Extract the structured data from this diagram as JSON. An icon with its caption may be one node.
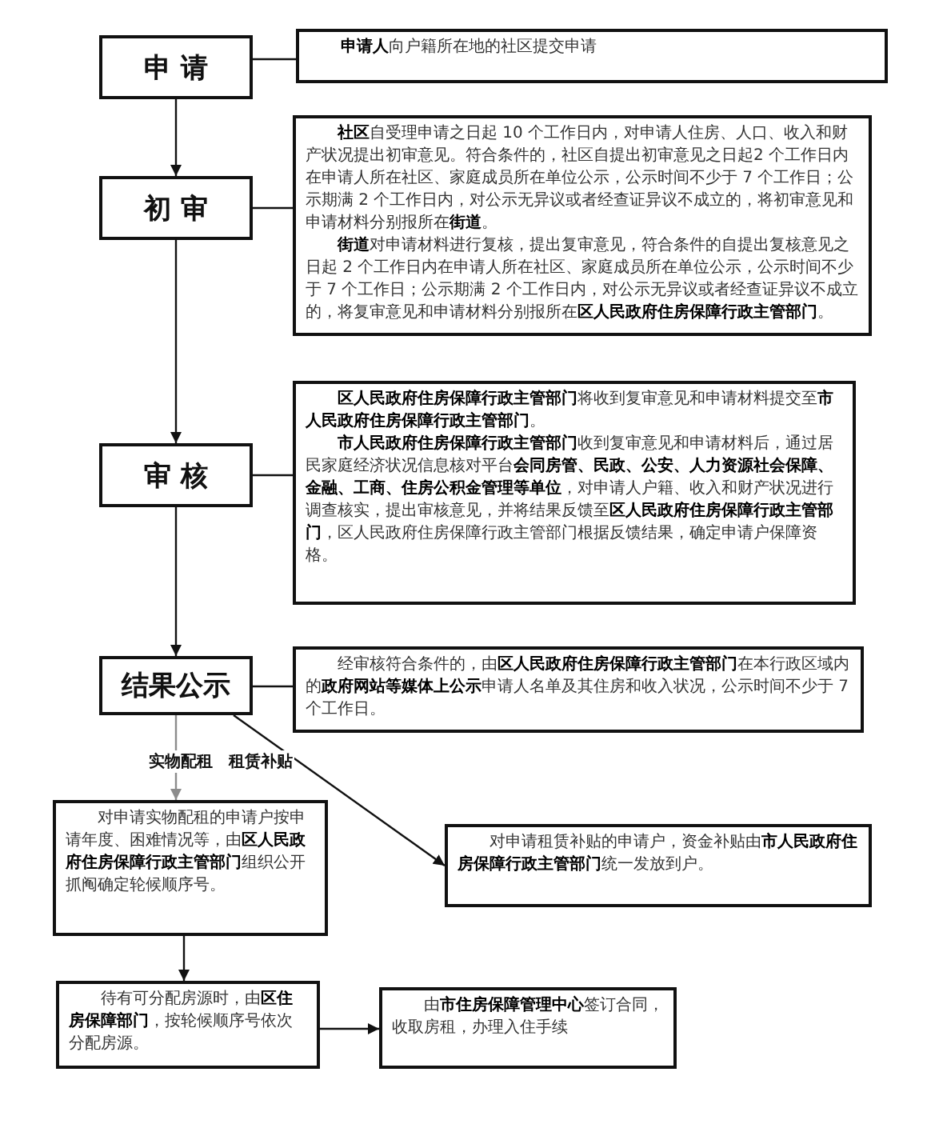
{
  "diagram": {
    "nodes": [
      {
        "text": [
          "申 请"
        ]
      },
      {
        "text": [
          "**申请人**向户籍所在地的社区提交申请"
        ]
      },
      {
        "text": [
          "初 审"
        ]
      },
      {
        "text": [
          "**社区**自受理申请之日起 10 个工作日内，对申请人住房、人口、收入和财产状况提出初审意见。符合条件的，社区自提出初审意见之日起2 个工作日内在申请人所在社区、家庭成员所在单位公示，公示时间不少于 7 个工作日；公示期满 2 个工作日内，对公示无异议或者经查证异议不成立的，将初审意见和申请材料分别报所在**街道**。",
          "**街道**对申请材料进行复核，提出复审意见，符合条件的自提出复核意见之日起 2 个工作日内在申请人所在社区、家庭成员所在单位公示，公示时间不少于 7 个工作日；公示期满 2 个工作日内，对公示无异议或者经查证异议不成立的，将复审意见和申请材料分别报所在**区人民政府住房保障行政主管部门**。"
        ]
      },
      {
        "text": [
          "审 核"
        ]
      },
      {
        "text": [
          "**区人民政府住房保障行政主管部门**将收到复审意见和申请材料提交至**市人民政府住房保障行政主管部门**。",
          "**市人民政府住房保障行政主管部门**收到复审意见和申请材料后，通过居民家庭经济状况信息核对平台**会同房管、民政、公安、人力资源社会保障、金融、工商、住房公积金管理等单位**，对申请人户籍、收入和财产状况进行调查核实，提出审核意见，并将结果反馈至**区人民政府住房保障行政主管部门**，区人民政府住房保障行政主管部门根据反馈结果，确定申请户保障资格。"
        ]
      },
      {
        "text": [
          "结果公示"
        ]
      },
      {
        "text": [
          "经审核符合条件的，由**区人民政府住房保障行政主管部门**在本行政区域内的**政府网站等媒体上公示**申请人名单及其住房和收入状况，公示时间不少于 7 个工作日。"
        ]
      },
      {
        "text": [
          "对申请实物配租的申请户按申请年度、困难情况等，由**区人民政府住房保障行政主管部门**组织公开抓阄确定轮候顺序号。"
        ]
      },
      {
        "text": [
          "对申请租赁补贴的申请户，资金补贴由**市人民政府住房保障行政主管部门**统一发放到户。"
        ]
      },
      {
        "text": [
          "待有可分配房源时，由**区住房保障部门**，按轮候顺序号依次分配房源。"
        ]
      },
      {
        "text": [
          "由**市住房保障管理中心**签订合同，收取房租，办理入住手续"
        ]
      }
    ],
    "edges": [
      {
        "from": 0,
        "to": 1,
        "arrow": "none"
      },
      {
        "from": 0,
        "to": 2,
        "arrow": "to"
      },
      {
        "from": 2,
        "to": 3,
        "arrow": "none"
      },
      {
        "from": 2,
        "to": 4,
        "arrow": "to"
      },
      {
        "from": 4,
        "to": 5,
        "arrow": "none"
      },
      {
        "from": 4,
        "to": 6,
        "arrow": "to"
      },
      {
        "from": 6,
        "to": 7,
        "arrow": "none"
      },
      {
        "from": 6,
        "to": 8,
        "arrow": "to",
        "label": "实物配租",
        "color": "#8c8c8c"
      },
      {
        "from": 6,
        "to": 9,
        "arrow": "to",
        "label": "租赁补贴"
      },
      {
        "from": 8,
        "to": 10,
        "arrow": "to"
      },
      {
        "from": 10,
        "to": 11,
        "arrow": "to"
      }
    ]
  }
}
